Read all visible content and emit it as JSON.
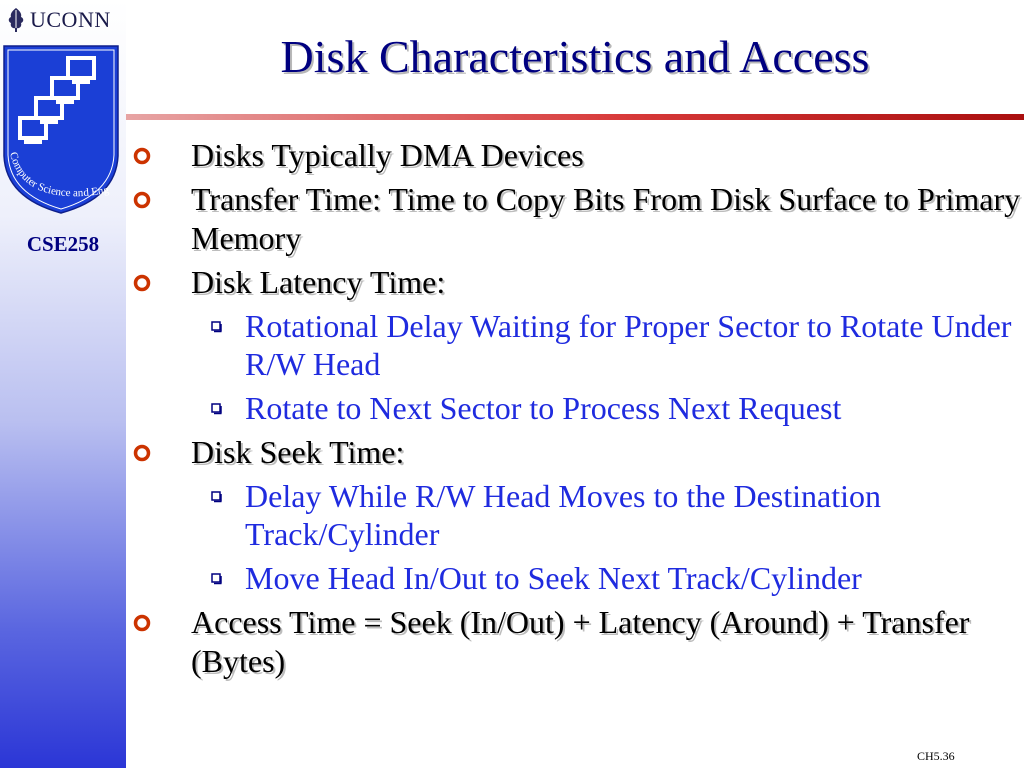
{
  "header": {
    "brand": "UCONN",
    "course": "CSE258",
    "logo_text": "Computer Science and Engineering"
  },
  "slide": {
    "title": "Disk Characteristics and Access",
    "bullets": [
      {
        "text": "Disks Typically DMA Devices",
        "level": 1
      },
      {
        "text": "Transfer Time: Time to Copy Bits From Disk Surface to Primary Memory",
        "level": 1
      },
      {
        "text": "Disk Latency Time:",
        "level": 1
      },
      {
        "text": "Rotational Delay Waiting for Proper Sector to Rotate Under R/W Head",
        "level": 2
      },
      {
        "text": "Rotate to Next Sector to Process Next Request",
        "level": 2
      },
      {
        "text": "Disk Seek Time:",
        "level": 1
      },
      {
        "text": "Delay While R/W Head Moves to the Destination Track/Cylinder",
        "level": 2
      },
      {
        "text": "Move Head In/Out to Seek Next Track/Cylinder",
        "level": 2
      },
      {
        "text": "Access Time = Seek (In/Out) + Latency (Around) + Transfer (Bytes)",
        "level": 1
      }
    ]
  },
  "footer": {
    "page": "CH5.36"
  },
  "colors": {
    "title": "#000080",
    "level1_text": "#000000",
    "level2_text": "#1f2bdf",
    "bullet1": "#cc3300",
    "bullet2": "#000080",
    "rule": "#cc1f1f"
  }
}
